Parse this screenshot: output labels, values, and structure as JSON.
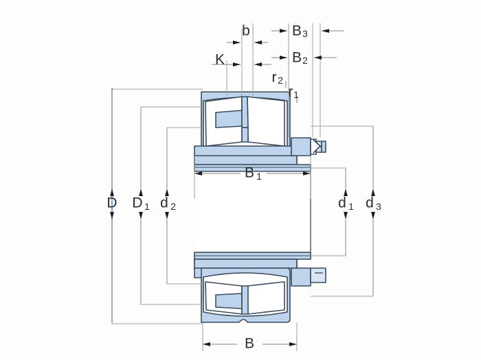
{
  "drawing": {
    "title": "Spherical roller bearing on adapter sleeve — dimension drawing",
    "type": "engineering-cross-section",
    "background_color": "#fdfdfb",
    "metal_fill_color": "#bed3ec",
    "metal_fill_light": "#d7e5f5",
    "outline_color": "#3b4a5a",
    "dimension_line_color": "#8b9196",
    "axis_color": "#4a7fb5",
    "label_color": "#2b2b2b"
  },
  "dimensions": {
    "b": {
      "label": "b",
      "sub": "",
      "kind": "horizontal",
      "position": "top"
    },
    "K": {
      "label": "K",
      "sub": "",
      "kind": "horizontal",
      "position": "top"
    },
    "B3": {
      "label": "B",
      "sub": "3",
      "kind": "horizontal",
      "position": "top-right"
    },
    "B2": {
      "label": "B",
      "sub": "2",
      "kind": "horizontal",
      "position": "top-right"
    },
    "r2": {
      "label": "r",
      "sub": "2",
      "kind": "radius",
      "position": "upper-right"
    },
    "r1": {
      "label": "r",
      "sub": "1",
      "kind": "radius",
      "position": "upper-right"
    },
    "B1": {
      "label": "B",
      "sub": "1",
      "kind": "horizontal",
      "position": "middle"
    },
    "B": {
      "label": "B",
      "sub": "",
      "kind": "horizontal",
      "position": "bottom"
    },
    "D": {
      "label": "D",
      "sub": "",
      "kind": "vertical",
      "position": "left"
    },
    "D1": {
      "label": "D",
      "sub": "1",
      "kind": "vertical",
      "position": "left"
    },
    "d2": {
      "label": "d",
      "sub": "2",
      "kind": "vertical",
      "position": "left"
    },
    "d1": {
      "label": "d",
      "sub": "1",
      "kind": "vertical",
      "position": "right"
    },
    "d3": {
      "label": "d",
      "sub": "3",
      "kind": "vertical",
      "position": "right"
    }
  },
  "components": [
    {
      "name": "outer-ring-upper",
      "description": "Upper outer ring half of spherical roller bearing"
    },
    {
      "name": "roller-upper-left",
      "description": "Upper left barrel roller"
    },
    {
      "name": "roller-upper-right",
      "description": "Upper right barrel roller"
    },
    {
      "name": "cage-upper",
      "description": "Upper cage pocket"
    },
    {
      "name": "inner-ring-upper",
      "description": "Upper inner ring"
    },
    {
      "name": "adapter-sleeve",
      "description": "Tapered adapter sleeve"
    },
    {
      "name": "lock-nut",
      "description": "Lock nut with locking washer"
    },
    {
      "name": "outer-ring-lower",
      "description": "Lower outer ring half of spherical roller bearing"
    },
    {
      "name": "roller-lower-left",
      "description": "Lower left barrel roller"
    },
    {
      "name": "roller-lower-right",
      "description": "Lower right barrel roller"
    },
    {
      "name": "cage-lower",
      "description": "Lower cage pocket"
    },
    {
      "name": "inner-ring-lower",
      "description": "Lower inner ring"
    }
  ]
}
